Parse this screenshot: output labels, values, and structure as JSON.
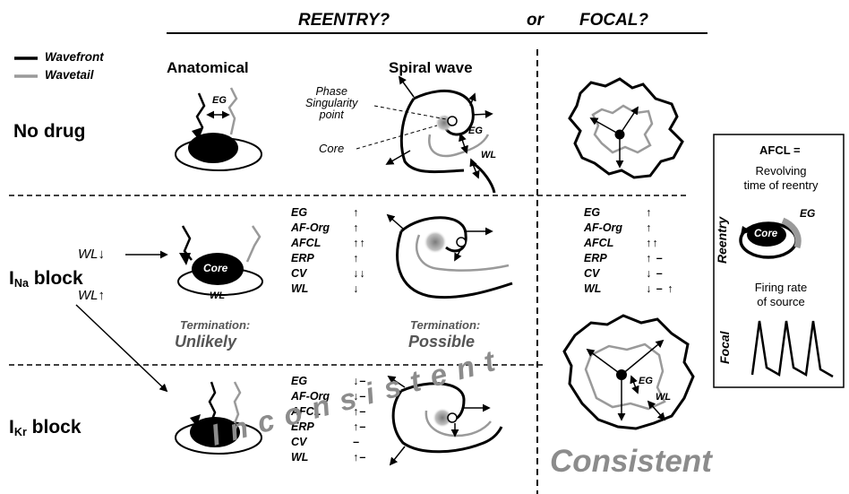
{
  "title": {
    "reentry": "REENTRY?",
    "or": "or",
    "focal": "FOCAL?"
  },
  "legend": {
    "wavefront": "Wavefront",
    "wavetail": "Wavetail"
  },
  "columns": {
    "anatomical": "Anatomical",
    "spiral": "Spiral wave"
  },
  "rows": {
    "nodrug": "No drug",
    "ina_prefix": "I",
    "ina_sub": "Na",
    "ina_suffix": " block",
    "ikr_prefix": "I",
    "ikr_sub": "Kr",
    "ikr_suffix": " block"
  },
  "wl_down": "WL↓",
  "wl_up": "WL↑",
  "labels": {
    "eg": "EG",
    "wl": "WL",
    "core": "Core",
    "phase_singularity": [
      "Phase",
      "Singularity",
      "point"
    ],
    "core_callout": "Core"
  },
  "termination": {
    "label": "Termination:",
    "unlikely": "Unlikely",
    "possible": "Possible"
  },
  "params": [
    "EG",
    "AF-Org",
    "AFCL",
    "ERP",
    "CV",
    "WL"
  ],
  "ina_reentry_values": [
    "↑",
    "↑",
    "↑↑",
    "↑",
    "↓↓",
    "↓"
  ],
  "ina_focal_values": [
    "↑",
    "↑",
    "↑↑",
    "↑ –",
    "↓ –",
    "↓ – ↑"
  ],
  "ikr_reentry_values": [
    "↓–",
    "↓–",
    "↑–",
    "↑–",
    "–",
    "↑–"
  ],
  "overlay": {
    "inconsistent": "Inconsistent",
    "consistent": "Consistent"
  },
  "afcl_box": {
    "title": "AFCL =",
    "revolving": [
      "Revolving",
      "time of reentry"
    ],
    "reentry": "Reentry",
    "eg": "EG",
    "core": "Core",
    "firing": [
      "Firing rate",
      "of source"
    ],
    "focal": "Focal"
  },
  "colors": {
    "wavefront": "#000000",
    "wavetail": "#9a9a9a",
    "overlay_text": "#8c8c8c"
  }
}
